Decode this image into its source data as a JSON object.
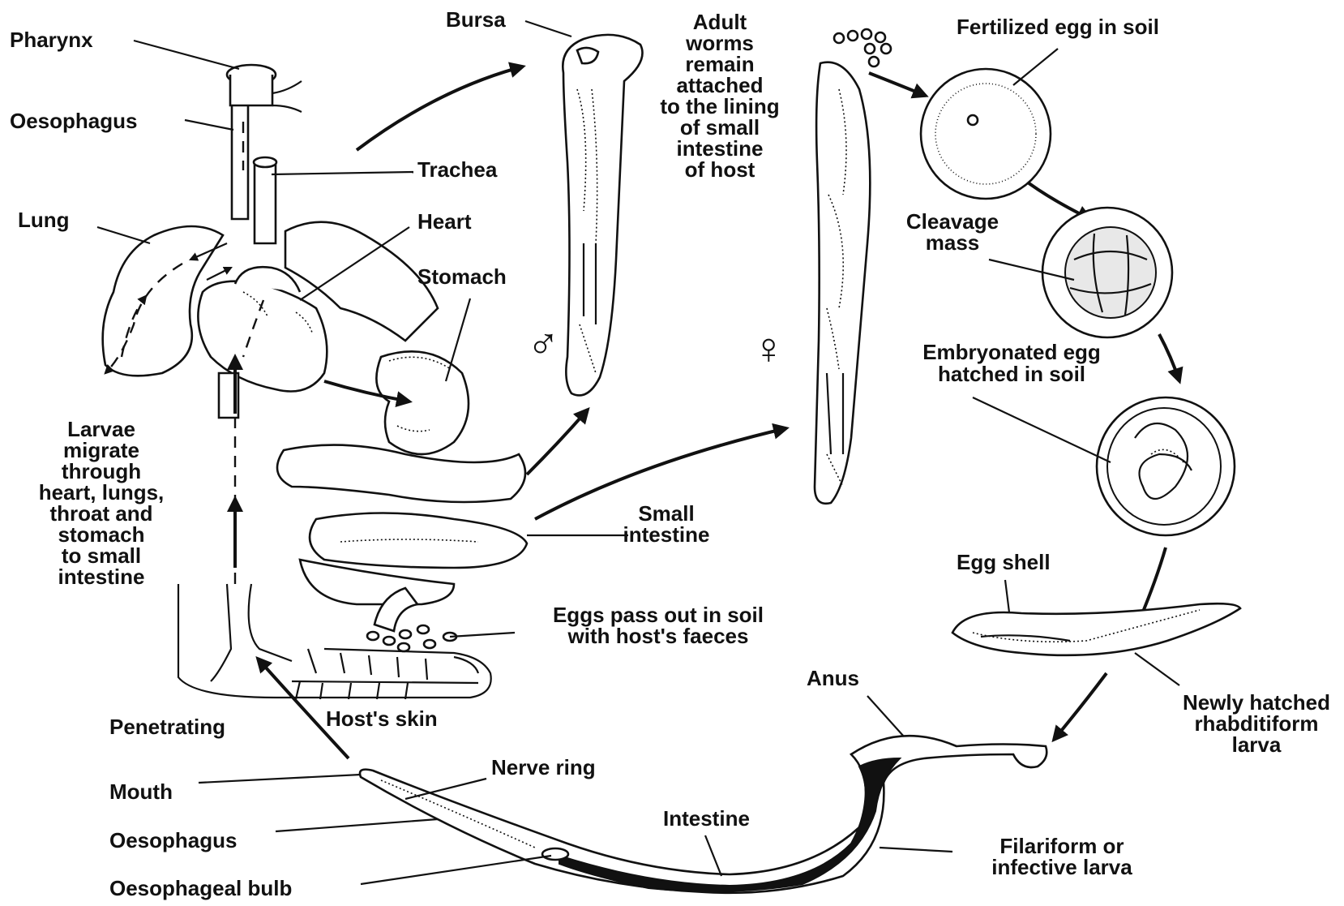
{
  "labels": {
    "pharynx": "Pharynx",
    "oesophagus_top": "Oesophagus",
    "lung": "Lung",
    "trachea": "Trachea",
    "heart": "Heart",
    "stomach": "Stomach",
    "bursa": "Bursa",
    "adult_worms": [
      "Adult",
      "worms",
      "remain",
      "attached",
      "to the lining",
      "of small",
      "intestine",
      "of host"
    ],
    "male_symbol": "♂",
    "female_symbol": "♀",
    "fertilized_egg": "Fertilized egg in soil",
    "cleavage_mass": [
      "Cleavage",
      "mass"
    ],
    "embryonated_egg": [
      "Embryonated egg",
      "hatched in soil"
    ],
    "larvae_migrate": [
      "Larvae",
      "migrate",
      "through",
      "heart, lungs,",
      "throat and",
      "stomach",
      "to small",
      "intestine"
    ],
    "small_intestine": [
      "Small",
      "intestine"
    ],
    "eggs_pass": [
      "Eggs pass out in soil",
      "with host's faeces"
    ],
    "egg_shell": "Egg shell",
    "anus": "Anus",
    "newly_hatched": [
      "Newly hatched",
      "rhabditiform",
      "larva"
    ],
    "penetrating": "Penetrating",
    "hosts_skin": "Host's skin",
    "mouth": "Mouth",
    "nerve_ring": "Nerve ring",
    "oesophagus_bottom": "Oesophagus",
    "intestine": "Intestine",
    "oesophageal_bulb": "Oesophageal bulb",
    "filariform": [
      "Filariform or",
      "infective larva"
    ]
  }
}
